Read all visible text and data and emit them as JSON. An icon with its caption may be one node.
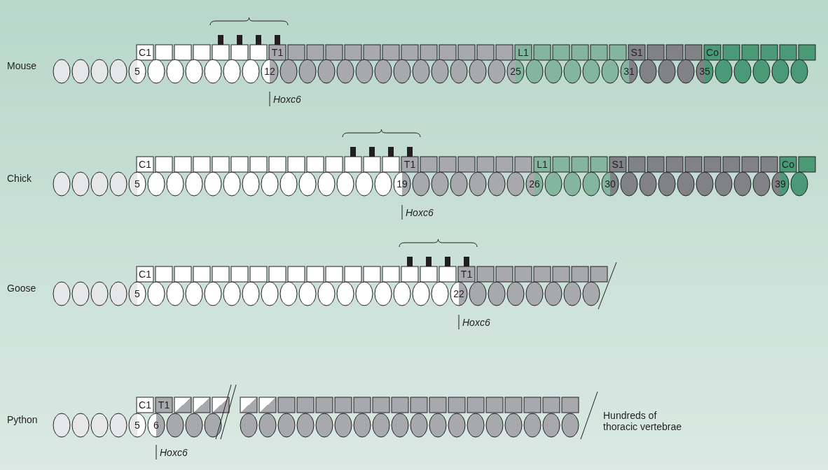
{
  "diagram": {
    "nodes": [
      {
        "text": [
          "Hoxc6"
        ]
      },
      {
        "text": [
          "Hoxc6"
        ]
      },
      {
        "text": [
          "Hoxc6"
        ]
      },
      {
        "text": [
          "Hoxc6"
        ]
      }
    ],
    "edges": [
      {
        "from": 0,
        "to": null,
        "arrow": "none"
      },
      {
        "from": 1,
        "to": null,
        "arrow": "none"
      },
      {
        "from": 2,
        "to": null,
        "arrow": "none"
      },
      {
        "from": 3,
        "to": null,
        "arrow": "none"
      }
    ],
    "labels": [
      "C1",
      "T1",
      "L1",
      "S1",
      "Co",
      "Mouse",
      "5",
      "12",
      "25",
      "31",
      "35",
      "C1",
      "T1",
      "L1",
      "S1",
      "Co",
      "Chick",
      "5",
      "19",
      "26",
      "30",
      "39",
      "C1",
      "T1",
      "Goose",
      "5",
      "22",
      "C1",
      "T1",
      "Python",
      "5",
      "6",
      "Hundreds of thoracic vertebrae"
    ]
  }
}
